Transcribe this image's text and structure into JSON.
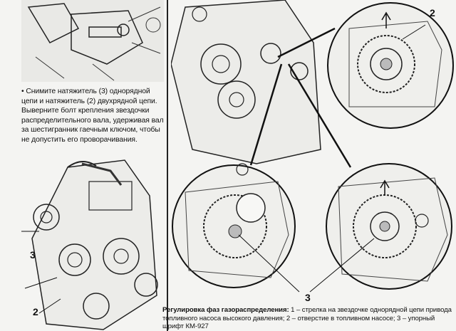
{
  "left_text": {
    "bullet": "•",
    "paragraph": "Снимите натяжитель (3) однорядной цепи и натяжитель (2) двухрядной цепи. Выверните болт крепления звездочки распределительного вала, удерживая вал за шестигранник гаечным ключом, чтобы не допустить его проворачивания."
  },
  "callouts": {
    "left_3": "3",
    "left_2": "2",
    "right_2": "2",
    "right_3": "3"
  },
  "bottom_caption": {
    "lead": "Регулировка фаз газораспределения:",
    "body": " 1 – стрелка на звездочке однорядной цепи привода топливного насоса высокого давления; 2 – отверстие в топливном насосе; 3 – упорный шрифт КМ-927"
  },
  "colors": {
    "paper": "#f4f4f2",
    "ink": "#111111"
  }
}
